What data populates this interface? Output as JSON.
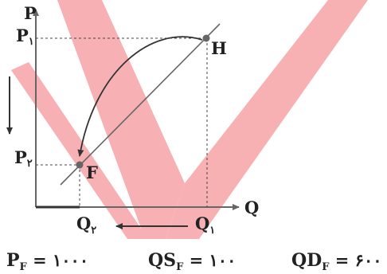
{
  "axes": {
    "y_label": "P",
    "x_label": "Q"
  },
  "price_ticks": [
    {
      "base": "P",
      "sub": "۱"
    },
    {
      "base": "P",
      "sub": "۲"
    }
  ],
  "quantity_ticks": [
    {
      "base": "Q",
      "sub": "۱"
    },
    {
      "base": "Q",
      "sub": "۲"
    }
  ],
  "points": {
    "high": "H",
    "low": "F"
  },
  "equations": [
    {
      "base": "P",
      "sub": "F",
      "value": " = ۱۰۰۰"
    },
    {
      "base": "QS",
      "sub": "F",
      "value": " = ۱۰۰"
    },
    {
      "base": "QD",
      "sub": "F",
      "value": " = ۶۰۰"
    }
  ],
  "colors": {
    "ink": "#222222",
    "line": "#666666",
    "watermark": "#f6a3a6"
  }
}
